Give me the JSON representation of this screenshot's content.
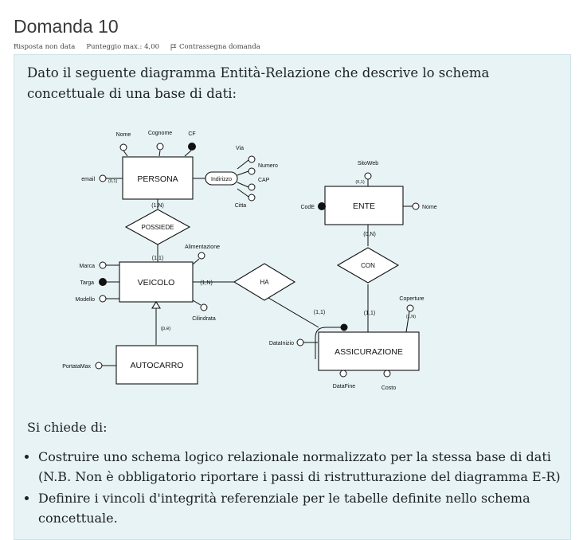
{
  "question": {
    "title": "Domanda 10",
    "status": "Risposta non data",
    "score": "Punteggio max.: 4,00",
    "flag_label": "Contrassegna domanda",
    "intro": "Dato il seguente diagramma Entità-Relazione che descrive lo schema concettuale di una base di dati:",
    "ask": "Si chiede di:",
    "requirements": [
      "Costruire uno schema logico relazionale normalizzato per la stessa base di dati (N.B. Non è obbligatorio riportare i passi di ristrutturazione del diagramma E-R)",
      "Definire i vincoli d'integrità referenziale per le tabelle definite nello schema concettuale."
    ]
  },
  "diagram": {
    "entities": {
      "persona": "PERSONA",
      "veicolo": "VEICOLO",
      "autocarro": "AUTOCARRO",
      "ente": "ENTE",
      "assicurazione": "ASSICURAZIONE"
    },
    "relationships": {
      "possiede": "POSSIEDE",
      "ha": "HA",
      "con": "CON"
    },
    "attributes": {
      "nome_persona": "Nome",
      "cognome": "Cognome",
      "cf": "CF",
      "email": "email",
      "email_card": "(0,1)",
      "indirizzo": "Indirizzo",
      "via": "Via",
      "numero": "Numero",
      "cap": "CAP",
      "citta": "Citta",
      "sitoweb": "SitoWeb",
      "sitoweb_card": "(0,1)",
      "codice": "CodE",
      "nome_ente": "Nome",
      "marca": "Marca",
      "targa": "Targa",
      "modello": "Modello",
      "alimentazione": "Alimentazione",
      "cilindrata": "Cilindrata",
      "portatamax": "PortataMax",
      "coperture": "Coperture",
      "coperture_card": "(1,N)",
      "datainizio": "DataInizio",
      "datafine": "DataFine",
      "costo": "Costo"
    },
    "cardinalities": {
      "persona_possiede": "(1,N)",
      "veicolo_possiede": "(1,1)",
      "veicolo_ha": "(1,N)",
      "assic_ha": "(1,1)",
      "assic_con": "(1,1)",
      "ente_con": "(0,N)",
      "isa": "(p,e)"
    }
  }
}
